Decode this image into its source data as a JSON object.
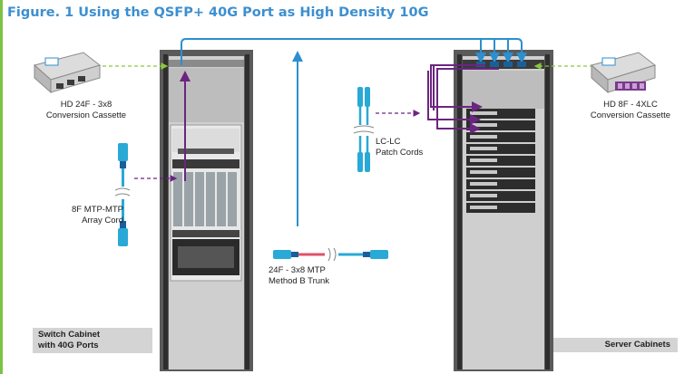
{
  "figure_title": "Figure. 1 Using the QSFP+ 40G Port as High Density 10G",
  "labels": {
    "switch_cabinet_line1": "Switch Cabinet",
    "switch_cabinet_line2": "with 40G Ports",
    "server_cabinets": "Server Cabinets",
    "hd24f_line1": "HD 24F - 3x8",
    "hd24f_line2": "Conversion Cassette",
    "hd8f_line1": "HD 8F - 4XLC",
    "hd8f_line2": "Conversion Cassette",
    "array_cord_line1": "8F MTP-MTP",
    "array_cord_line2": "Array Cord",
    "lc_line1": "LC-LC",
    "lc_line2": "Patch Cords",
    "trunk_line1": "24F - 3x8 MTP",
    "trunk_line2": "Method B Trunk"
  },
  "colors": {
    "title": "#3c8fd0",
    "frame_accent": "#7dc242",
    "mtp_link": "#2b8fd0",
    "lc_link": "#6b2580",
    "dashed_pointer": "#6b2580",
    "pointer_green": "#8cc63f",
    "cable_aqua": "#29a9d6",
    "trunk_red": "#e0506a",
    "cabinet_panel": "#d4d4d4"
  },
  "icons": {
    "hd24f_cassette": "cassette-icon",
    "hd8f_cassette": "cassette-icon",
    "array_cord": "mtp-cable-icon",
    "lc_cords": "lc-cable-icon",
    "trunk": "mtp-trunk-icon",
    "switch_cabinet": "rack-cabinet-icon",
    "server_cabinet": "rack-cabinet-icon"
  }
}
